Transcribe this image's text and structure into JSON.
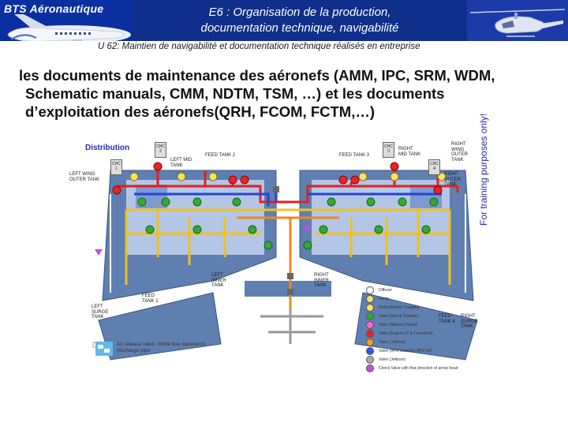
{
  "header": {
    "brand": "BTS Aéronautique",
    "title_line1": "E6 : Organisation de la production,",
    "title_line2": "documentation technique, navigabilité",
    "subtitle": "U 62: Maintien de navigabilité et documentation technique réalisés en entreprise",
    "colors": {
      "band": "#0f2f8a",
      "logo_bg": "#0b2fa0"
    }
  },
  "body": {
    "line1": "les documents de maintenance des aéronefs (AMM, IPC, SRM, WDM,",
    "line2": "Schematic manuals, CMM, NDTM, TSM, …) et les documents",
    "line3": "d’exploitation des aéronefs(QRH, FCOM, FCTM,…)"
  },
  "diagram": {
    "title": "Distribution",
    "labels": {
      "left_mid_tank": "LEFT MID TANK",
      "left_outer_tank": "LEFT WING OUTER TANK",
      "feed_tank_2": "FEED TANK 2",
      "feed_tank_3": "FEED TANK 3",
      "right_mid_tank": "RIGHT MID TANK",
      "right_outer_tank": "RIGHT OUTER TANK",
      "right_upper": "RIGHT WING OUTER TANK",
      "left_inner_tank": "LEFT INNER TANK",
      "right_inner_tank": "RIGHT INNER TANK",
      "left_surge_tank": "LEFT SURGE TANK",
      "feed_tank_1": "FEED TANK 1",
      "feed_tank_4": "FEED TANK 4",
      "right_surge_tank": "RIGHT SURGE TANK",
      "chc2": "CHC 2",
      "chc1": "CHC 1",
      "chc3": "CHC 3",
      "chc4": "CHC 4"
    },
    "watermark": "For training purposes only!",
    "note": "Air release valve. White line represents discharge pipe",
    "legend": [
      {
        "text": "Diffuser",
        "color": "#ffffff"
      },
      {
        "text": "Pump",
        "color": "#ffe066"
      },
      {
        "text": "Defuel/Refuel Coupling",
        "color": "#ffe066"
      },
      {
        "text": "Valve (Inlet & Transfer)",
        "color": "#33aa33"
      },
      {
        "text": "Valve (Manual Defuel)",
        "color": "#ff66cc"
      },
      {
        "text": "Valve (Engine LP & Crossfeed)",
        "color": "#ee2222"
      },
      {
        "text": "Valve (Jettison)",
        "color": "#ff9922"
      },
      {
        "text": "Valve (APU Isolation, APU LP)",
        "color": "#3355ee"
      },
      {
        "text": "Valve (Jettison)",
        "color": "#aaaaaa"
      },
      {
        "text": "Check Valve with flow direction of arrow head",
        "color": "#bb55dd"
      }
    ]
  }
}
